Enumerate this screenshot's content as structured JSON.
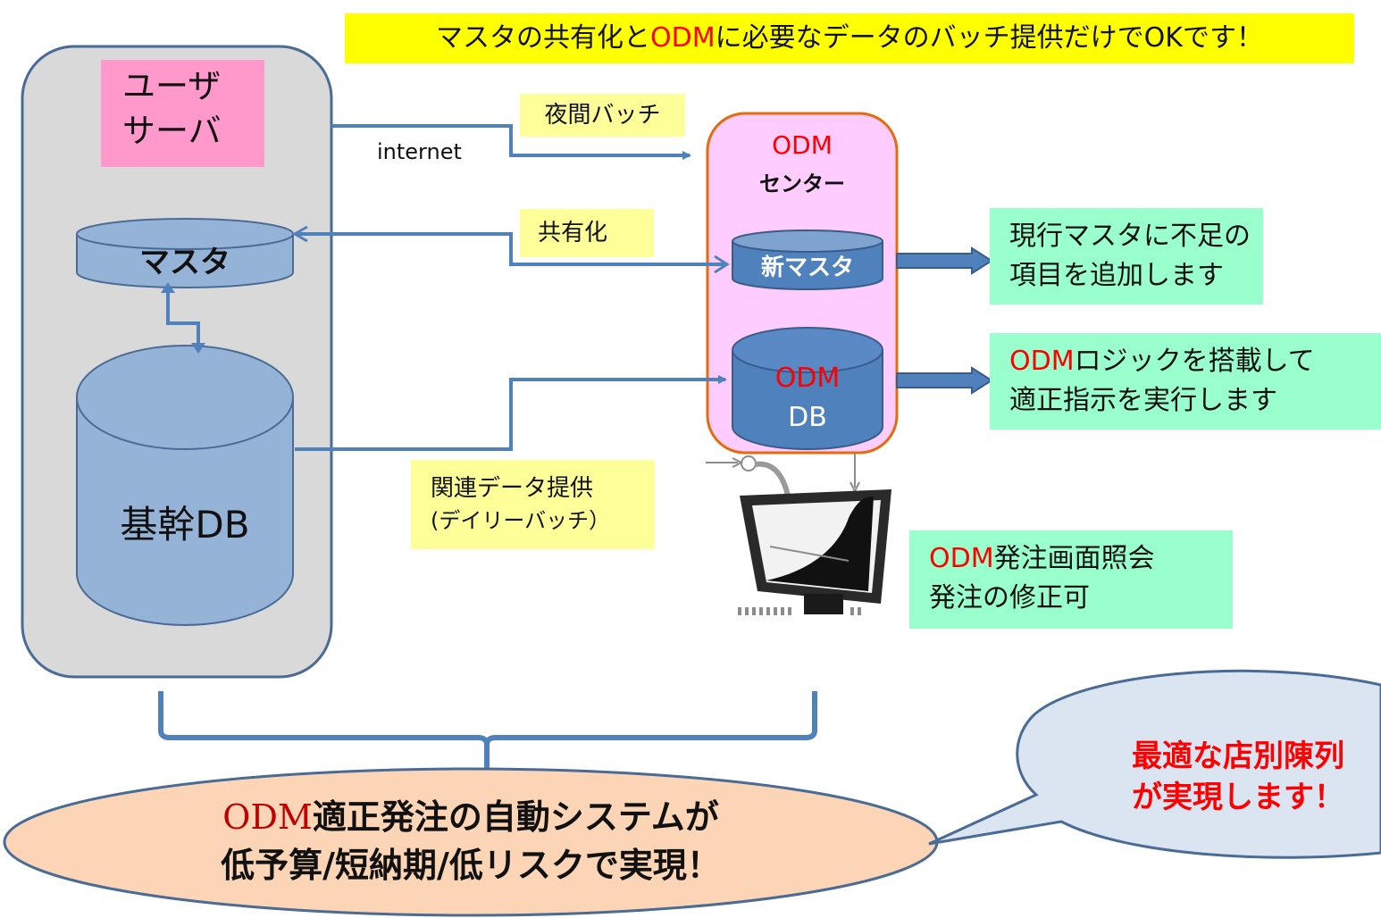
{
  "banner": {
    "pre": "マスタの共有化と",
    "accent": "ODM",
    "post": "に必要なデータのバッチ提供だけでOKです！"
  },
  "user_server": {
    "title_line1": "ユーザ",
    "title_line2": "サーバ",
    "master_label": "マスタ",
    "core_db_label": "基幹DB"
  },
  "connections": {
    "internet": "internet",
    "night_batch": "夜間バッチ",
    "sharing": "共有化",
    "related_data_line1": "関連データ提供",
    "related_data_line2": "(デイリーバッチ）"
  },
  "odm_center": {
    "title": "ODM",
    "subtitle": "センター",
    "new_master_label": "新マスタ",
    "db_line1": "ODM",
    "db_line2": "DB"
  },
  "notes": {
    "master_line1": "現行マスタに不足の",
    "master_line2": "項目を追加します",
    "logic_accent": "ODM",
    "logic_line1_rest": "ロジックを搭載して",
    "logic_line2": "適正指示を実行します",
    "screen_accent": "ODM",
    "screen_line1_rest": "発注画面照会",
    "screen_line2": "発注の修正可"
  },
  "summary": {
    "accent": "ODM",
    "line1_rest": "適正発注の自動システムが",
    "line2": "低予算/短納期/低リスクで実現！"
  },
  "callout": {
    "line1": "最適な店別陳列",
    "line2": "が実現します！"
  },
  "colors": {
    "accent": "#ff0000",
    "arrow": "#4f81bd",
    "db_fill": "#95b3d7",
    "odm_db_fill": "#4f81bd",
    "center_fill": "#ffccff",
    "center_border": "#e46c0a",
    "note_fill": "#99ffcc",
    "label_fill": "#ffff99",
    "banner_fill": "#ffff00"
  }
}
